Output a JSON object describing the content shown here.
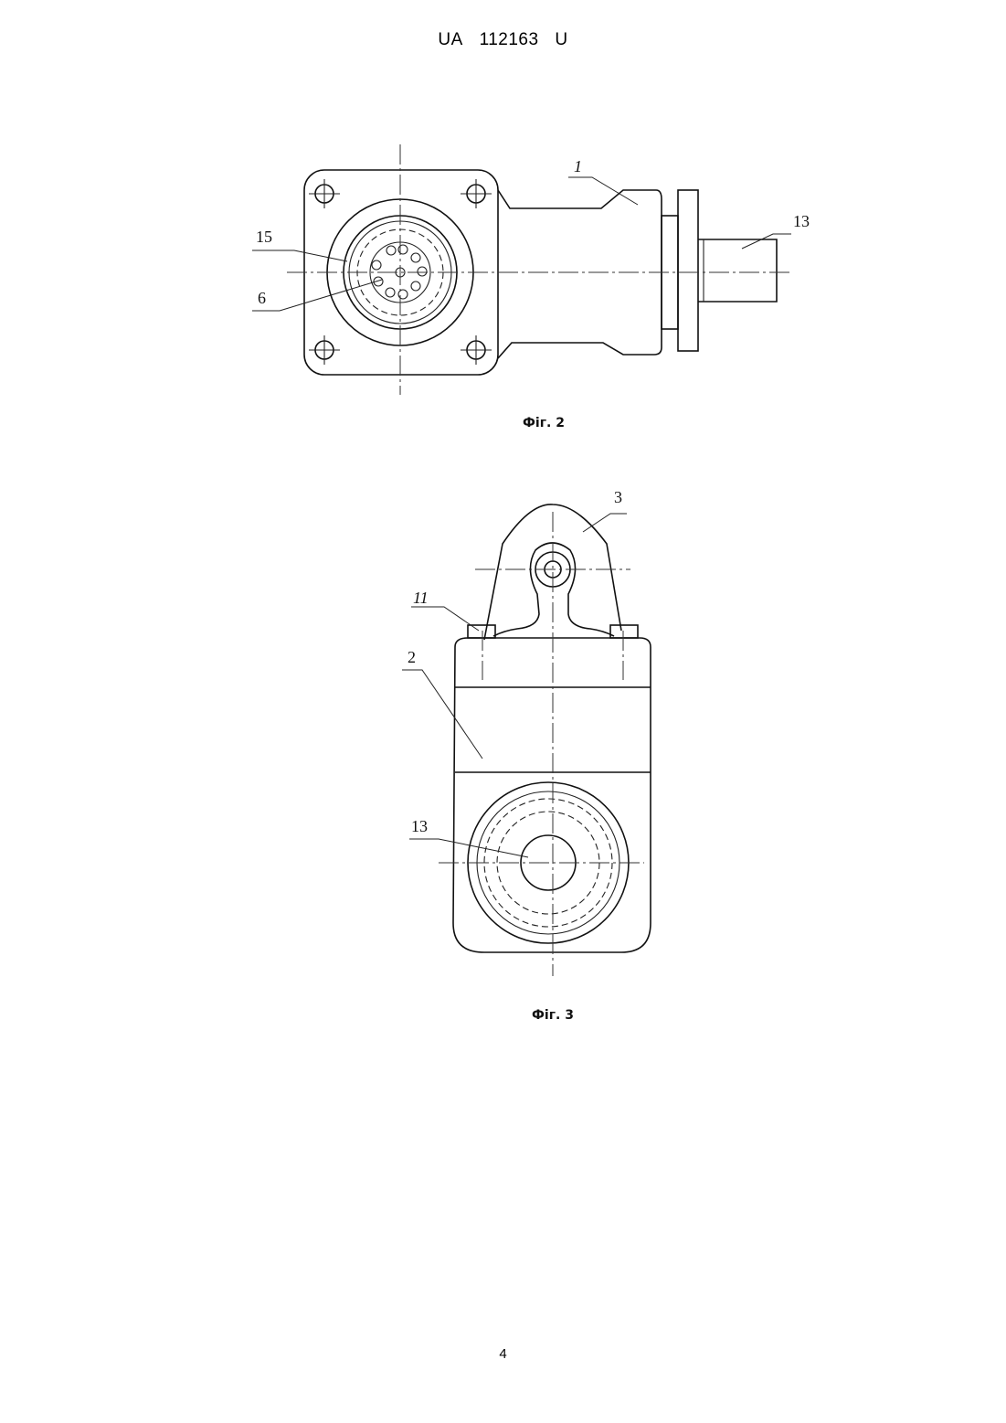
{
  "header": {
    "country": "UA",
    "number": "112163",
    "kind": "U"
  },
  "figures": [
    {
      "caption": "Фіг. 2",
      "labels": {
        "part_1": "1",
        "part_13": "13",
        "part_15": "15",
        "part_6": "6"
      }
    },
    {
      "caption": "Фіг. 3",
      "labels": {
        "part_3": "3",
        "part_11": "11",
        "part_2": "2",
        "part_13": "13"
      }
    }
  ],
  "page_number": "4"
}
